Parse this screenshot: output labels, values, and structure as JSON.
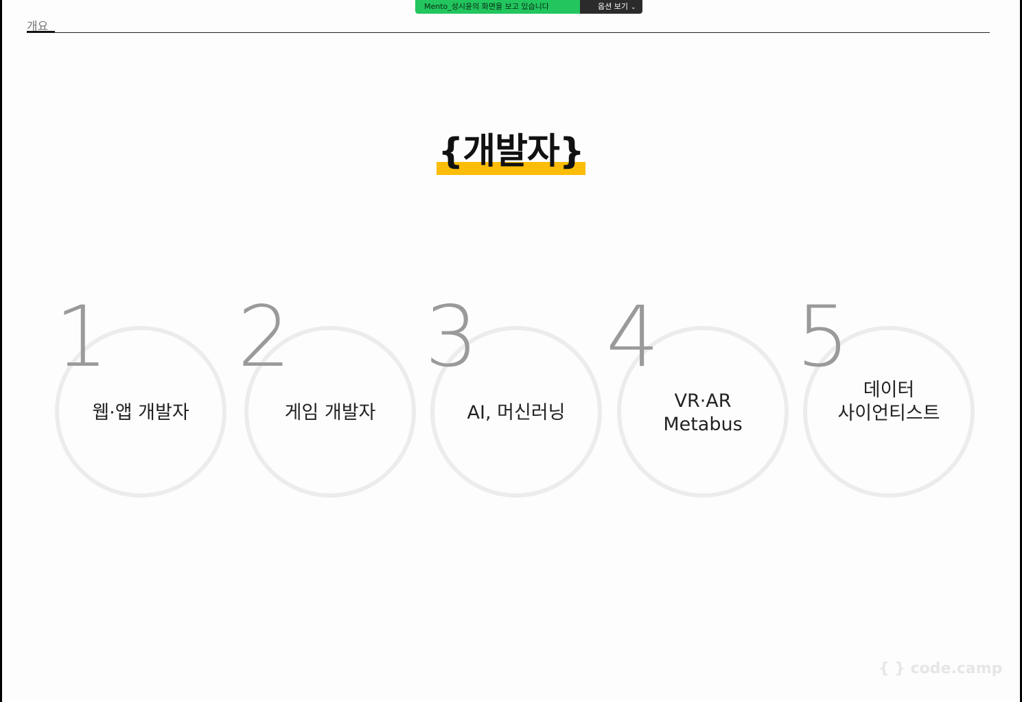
{
  "share_bar": {
    "status": "Mento_성시윤의 화면을 보고 있습니다",
    "options_label": "옵션 보기",
    "options_chevron": "⌄"
  },
  "header": {
    "section_tab": "개요"
  },
  "title": "{개발자}",
  "items": [
    {
      "number": "1",
      "label": [
        "웹·앱 개발자"
      ]
    },
    {
      "number": "2",
      "label": [
        "게임 개발자"
      ]
    },
    {
      "number": "3",
      "label": [
        "AI, 머신러닝"
      ]
    },
    {
      "number": "4",
      "label": [
        "VR·AR",
        "Metabus"
      ]
    },
    {
      "number": "5",
      "label": [
        "데이터",
        "사이언티스트"
      ]
    }
  ],
  "brand": "{ } code.camp",
  "colors": {
    "accent_yellow": "#fbbd08",
    "share_green": "#22c55e",
    "circle": "#ececec",
    "number_gray": "#9a9a9a"
  }
}
